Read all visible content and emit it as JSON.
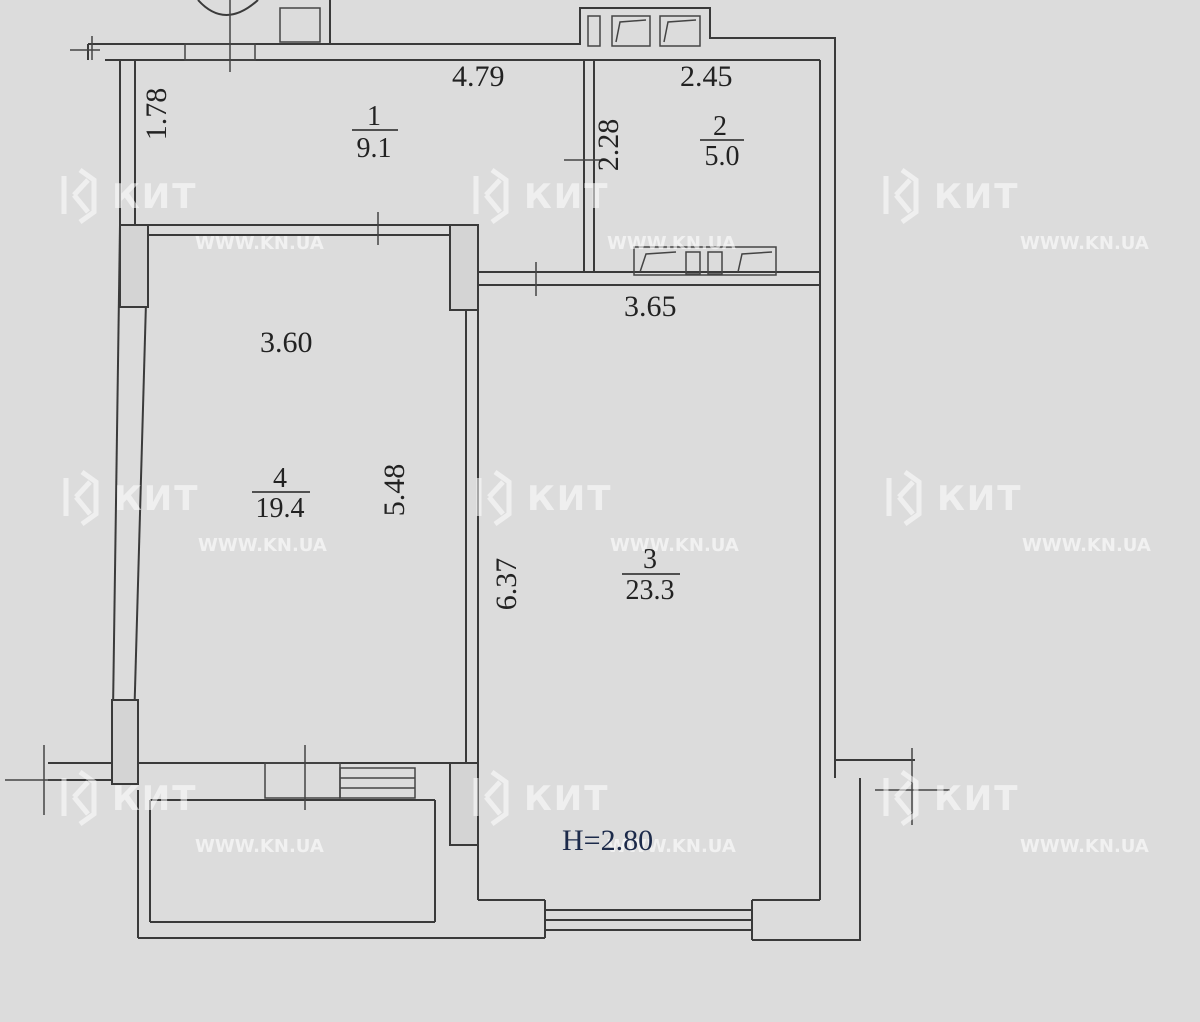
{
  "rooms": [
    {
      "number": "1",
      "area": "9.1"
    },
    {
      "number": "2",
      "area": "5.0"
    },
    {
      "number": "3",
      "area": "23.3"
    },
    {
      "number": "4",
      "area": "19.4"
    }
  ],
  "dimensions": {
    "room1_width": "4.79",
    "room1_height": "1.78",
    "room2_width": "2.45",
    "room2_height": "2.28",
    "room3_width": "3.65",
    "room3_height": "6.37",
    "room4_width": "3.60",
    "room4_height": "5.48"
  },
  "ceiling_height": "H=2.80",
  "watermark": {
    "brand": "КИТ",
    "url": "WWW.KN.UA"
  },
  "colors": {
    "paper": "#dcdcdc",
    "lines": "#3a3a3a",
    "watermark": "#ffffff"
  }
}
